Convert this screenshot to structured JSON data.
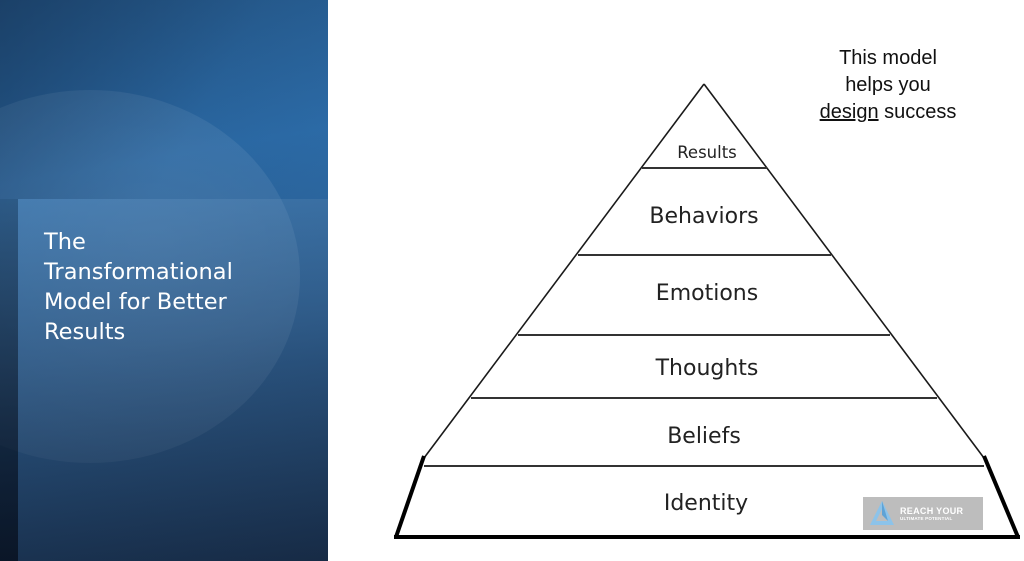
{
  "slide": {
    "title_lines": [
      "The",
      "Transformational",
      "Model for Better",
      "Results"
    ]
  },
  "annotation": {
    "line1": "This model",
    "line2": "helps you",
    "line3_underlined": "design",
    "line3_rest": " success"
  },
  "pyramid": {
    "levels_top_to_bottom": [
      "Results",
      "Behaviors",
      "Emotions",
      "Thoughts",
      "Beliefs",
      "Identity"
    ]
  },
  "logo": {
    "line1": "REACH YOUR",
    "line2": "ULTIMATE POTENTIAL",
    "accent_color": "#7fb6e0",
    "background_color": "#bdbdbd"
  },
  "colors": {
    "panel_blue": "#2a67a0",
    "panel_dark": "#172b45"
  }
}
